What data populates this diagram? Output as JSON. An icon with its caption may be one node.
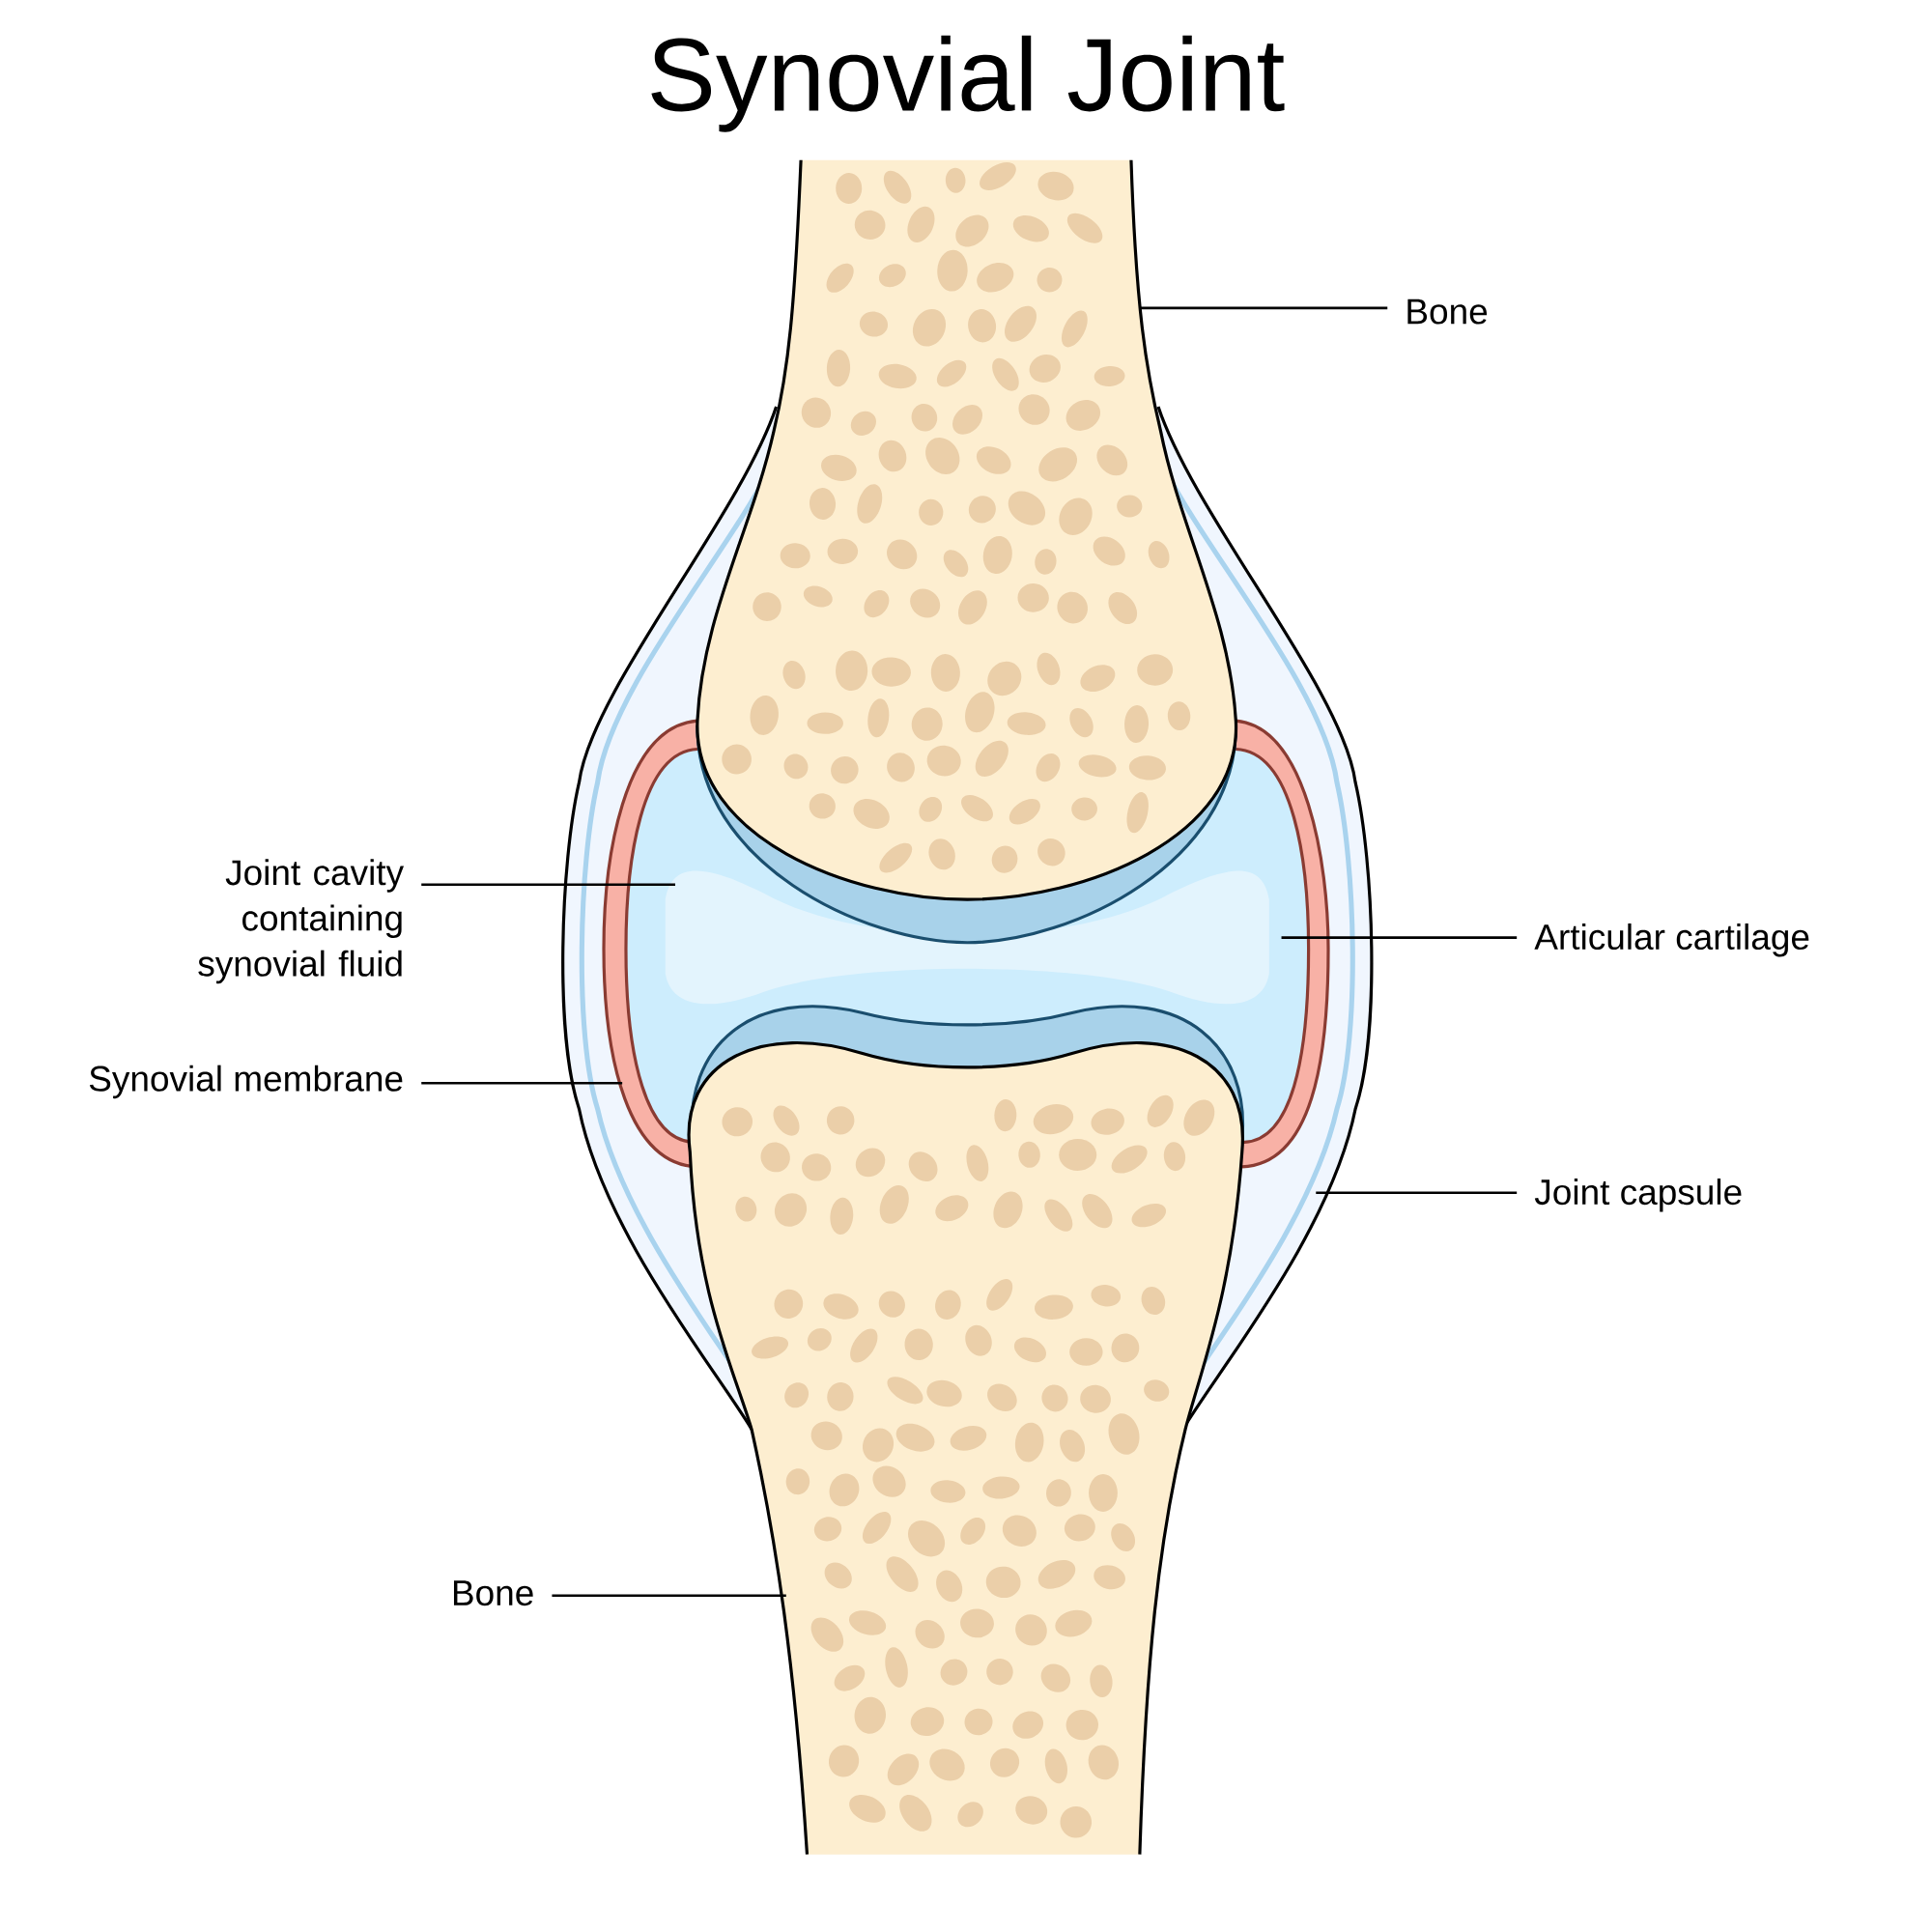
{
  "diagram": {
    "title": "Synovial Joint",
    "nodes": [
      {
        "text": [
          "Bone"
        ]
      },
      {
        "text": [
          "Joint cavity containing synovial fluid"
        ]
      },
      {
        "text": [
          "Articular cartilage"
        ]
      },
      {
        "text": [
          "Synovial membrane"
        ]
      },
      {
        "text": [
          "Joint capsule"
        ]
      },
      {
        "text": [
          "Bone"
        ]
      }
    ],
    "edges": [
      {
        "from": 0,
        "to": null,
        "arrow": "none"
      },
      {
        "from": 1,
        "to": null,
        "arrow": "none"
      },
      {
        "from": 2,
        "to": null,
        "arrow": "none"
      },
      {
        "from": 3,
        "to": null,
        "arrow": "none"
      },
      {
        "from": 4,
        "to": null,
        "arrow": "none"
      },
      {
        "from": 5,
        "to": null,
        "arrow": "none"
      }
    ]
  }
}
